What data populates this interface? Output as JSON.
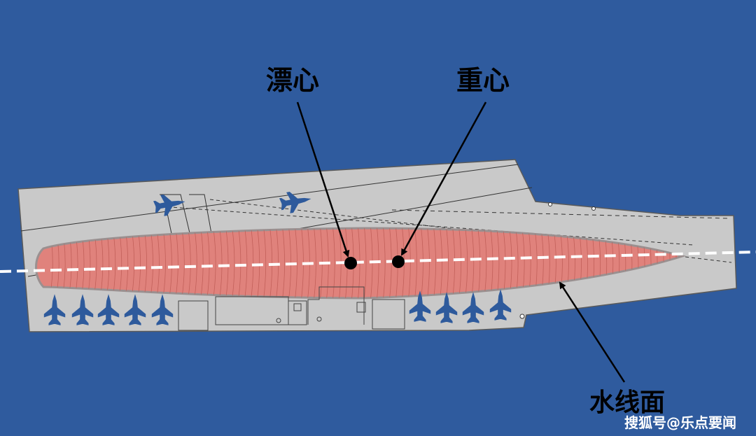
{
  "labels": {
    "center_of_buoyancy": "漂心",
    "center_of_gravity": "重心",
    "waterline_plane": "水线面"
  },
  "watermark": "搜狐号@乐点要闻",
  "colors": {
    "background": "#2f5b9e",
    "deck": "#c9c9c9",
    "deck_outline": "#5a5a5a",
    "waterplane_fill": "#e0827c",
    "waterplane_edge": "#9a9090",
    "aircraft": "#2e5a9c",
    "waterline": "#ffffff",
    "marker": "#000000"
  },
  "icons": {
    "aircraft": "jet-fighter-icon",
    "center_point": "filled-circle-marker"
  }
}
